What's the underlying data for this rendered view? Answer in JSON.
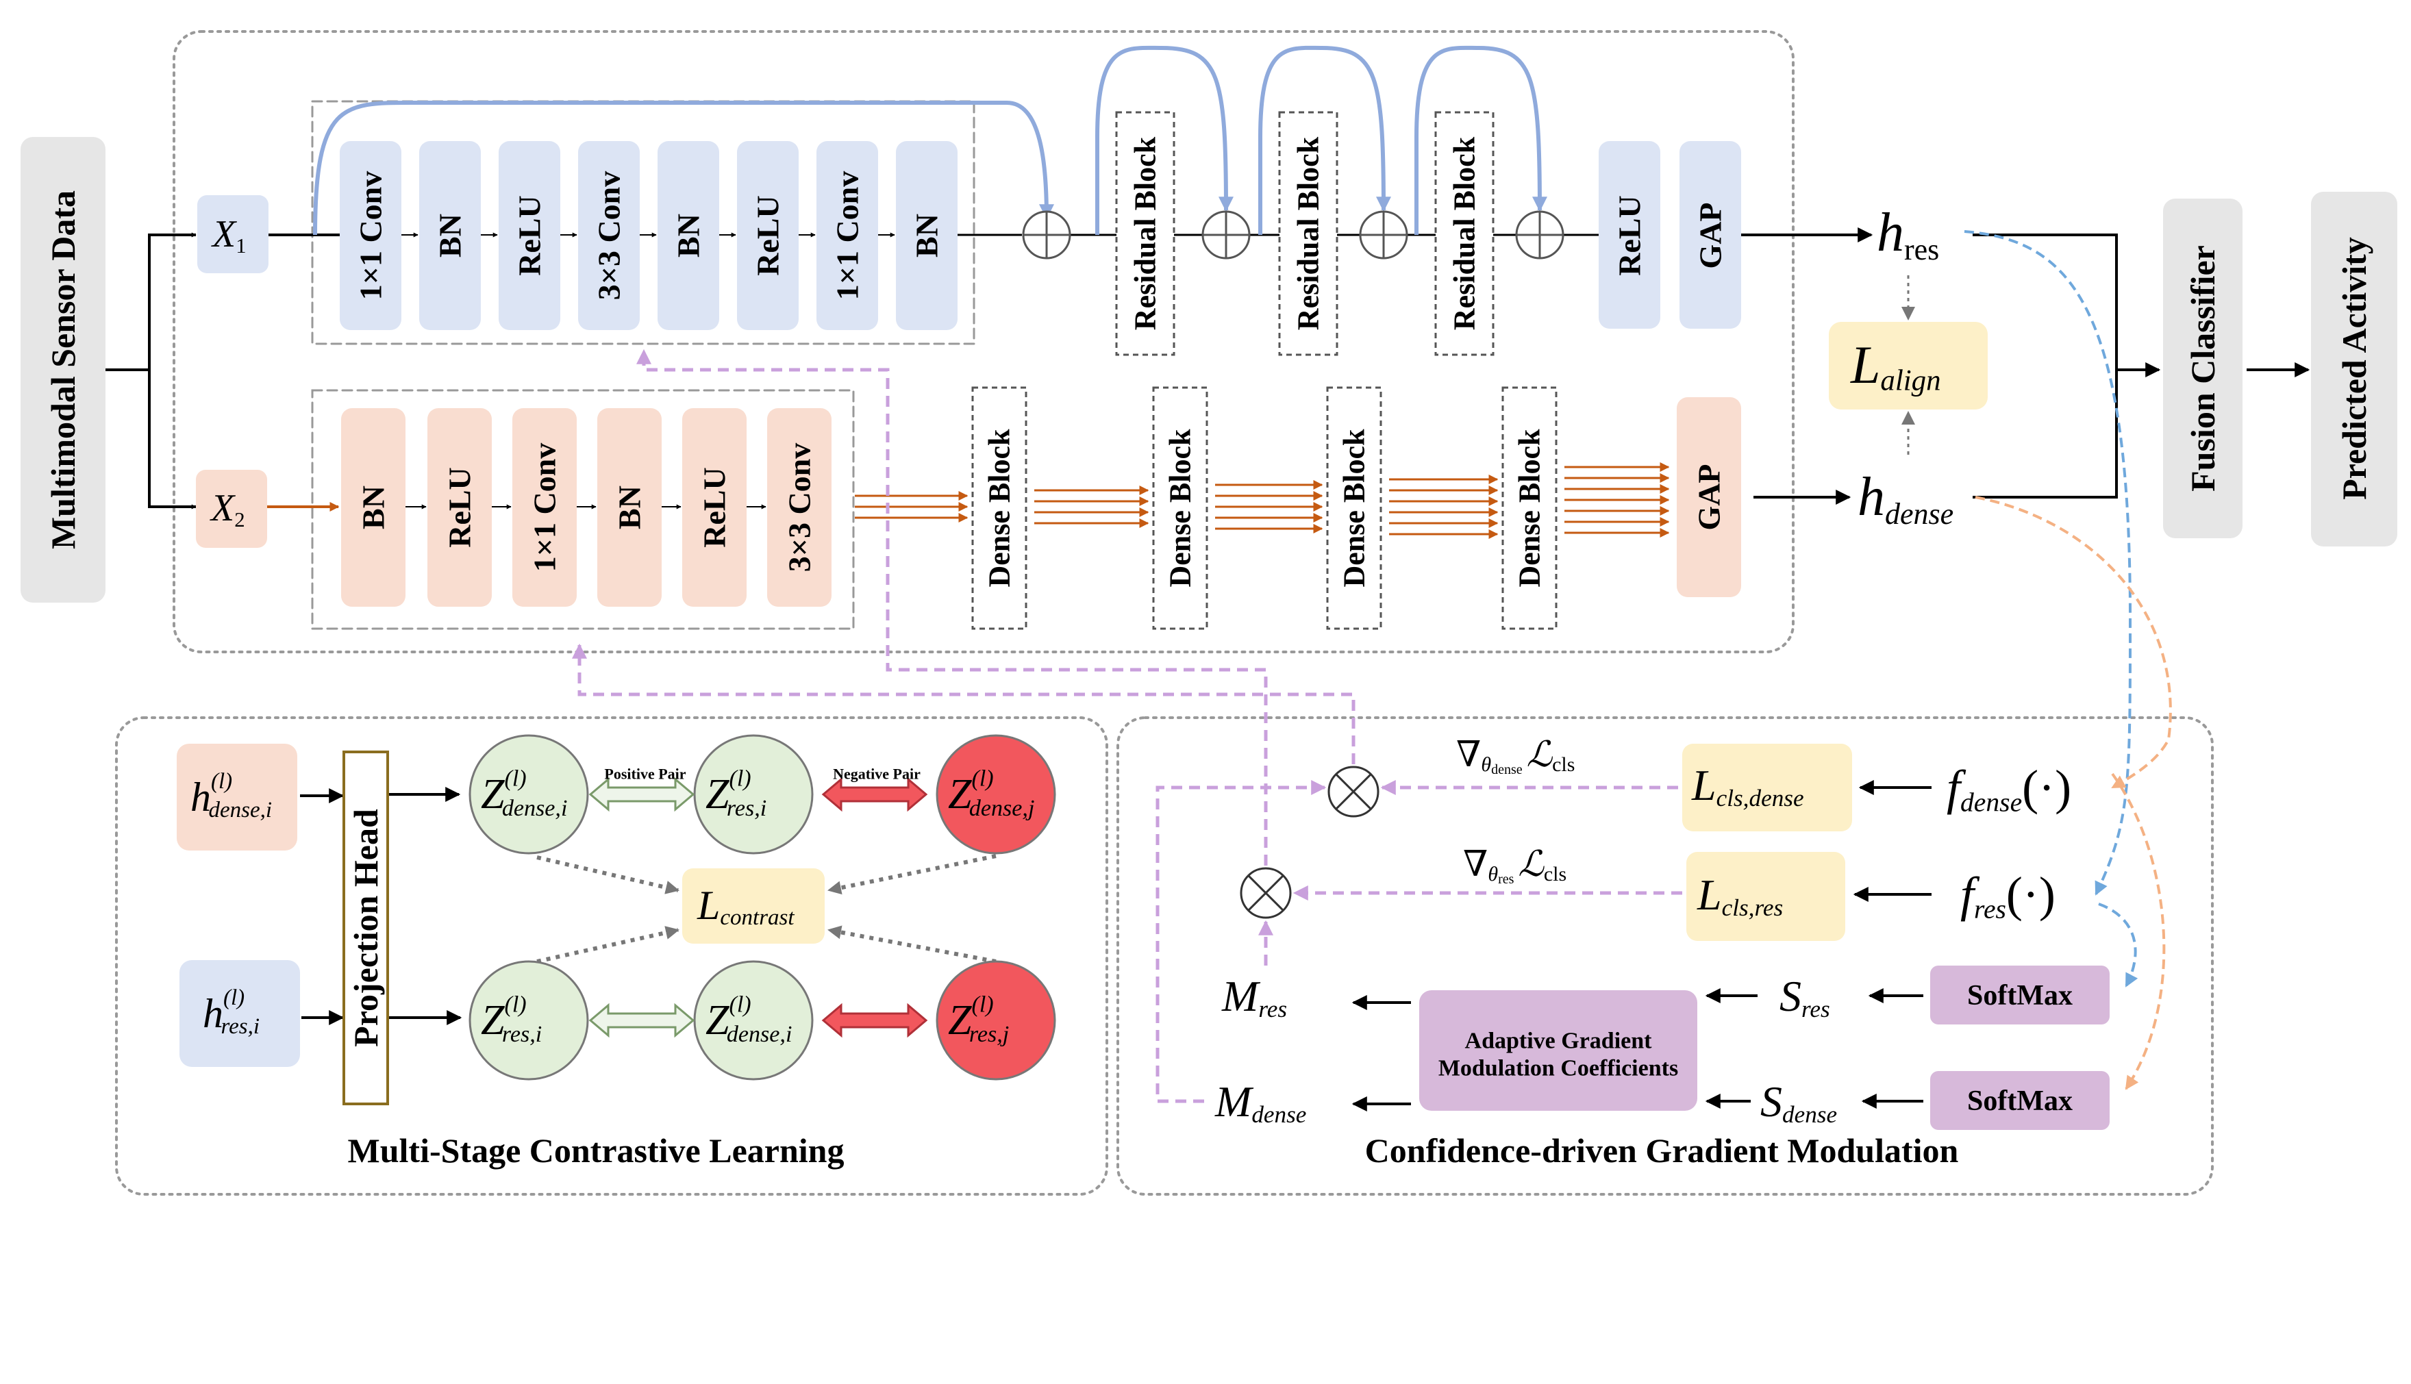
{
  "colors": {
    "blue_box": "#dce4f4",
    "peach_box": "#f9ddd0",
    "yellow_box": "#fdf0c8",
    "purple_box": "#d7b9da",
    "grey_box": "#e6e6e6",
    "green_circle": "#e2efd9",
    "red_circle": "#f2575d",
    "blue_arrow": "#8faadc",
    "orange_arrow": "#c55a11",
    "purple_dash": "#c9a0dc",
    "light_blue_dash": "#6fa8dc",
    "light_orange_dash": "#f4b183"
  },
  "input": {
    "label": "Multimodal Sensor Data"
  },
  "x1": {
    "base": "X",
    "sub": "1"
  },
  "x2": {
    "base": "X",
    "sub": "2"
  },
  "res_branch": {
    "stem_layers": [
      "1×1 Conv",
      "BN",
      "ReLU",
      "3×3 Conv",
      "BN",
      "ReLU",
      "1×1 Conv",
      "BN"
    ],
    "residual_blocks": [
      "Residual Block",
      "Residual Block",
      "Residual Block"
    ],
    "tail_layers": [
      "ReLU",
      "GAP"
    ],
    "output": {
      "base": "h",
      "sub": "res"
    }
  },
  "dense_branch": {
    "stem_layers": [
      "BN",
      "ReLU",
      "1×1 Conv",
      "BN",
      "ReLU",
      "3×3 Conv"
    ],
    "dense_blocks": [
      "Dense Block",
      "Dense Block",
      "Dense Block",
      "Dense Block"
    ],
    "tail_layers": [
      "GAP"
    ],
    "output": {
      "base": "h",
      "sub": "dense"
    }
  },
  "align_loss": {
    "base": "L",
    "sub": "align"
  },
  "fusion": {
    "label": "Fusion Classifier"
  },
  "prediction": {
    "label": "Predicted Activity"
  },
  "contrastive": {
    "title": "Multi-Stage Contrastive Learning",
    "projection_head": "Projection Head",
    "h_dense": {
      "base": "h",
      "sup": "(l)",
      "sub": "dense,i"
    },
    "h_res": {
      "base": "h",
      "sup": "(l)",
      "sub": "res,i"
    },
    "top_row": [
      {
        "base": "Z",
        "sup": "(l)",
        "sub": "dense,i"
      },
      {
        "base": "Z",
        "sup": "(l)",
        "sub": "res,i"
      },
      {
        "base": "Z",
        "sup": "(l)",
        "sub": "dense,j"
      }
    ],
    "bottom_row": [
      {
        "base": "Z",
        "sup": "(l)",
        "sub": "res,i"
      },
      {
        "base": "Z",
        "sup": "(l)",
        "sub": "dense,i"
      },
      {
        "base": "Z",
        "sup": "(l)",
        "sub": "res,j"
      }
    ],
    "positive_pair": "Positive Pair",
    "negative_pair": "Negative Pair",
    "loss": {
      "base": "L",
      "sub": "contrast"
    }
  },
  "modulation": {
    "title": "Confidence-driven Gradient Modulation",
    "grad_dense": {
      "nabla": "∇",
      "theta": "θ",
      "theta_sub": "dense",
      "loss": "ℒ",
      "loss_sub": "cls"
    },
    "grad_res": {
      "nabla": "∇",
      "theta": "θ",
      "theta_sub": "res",
      "loss": "ℒ",
      "loss_sub": "cls"
    },
    "l_cls_dense": {
      "base": "L",
      "sub": "cls,dense"
    },
    "l_cls_res": {
      "base": "L",
      "sub": "cls,res"
    },
    "f_dense": {
      "base": "f",
      "sub": "dense",
      "arg": "(·)"
    },
    "f_res": {
      "base": "f",
      "sub": "res",
      "arg": "(·)"
    },
    "softmax": [
      "SoftMax",
      "SoftMax"
    ],
    "s_res": {
      "base": "S",
      "sub": "res"
    },
    "s_dense": {
      "base": "S",
      "sub": "dense"
    },
    "m_res": {
      "base": "M",
      "sub": "res"
    },
    "m_dense": {
      "base": "M",
      "sub": "dense"
    },
    "coefficients": [
      "Adaptive Gradient",
      "Modulation Coefficients"
    ]
  }
}
